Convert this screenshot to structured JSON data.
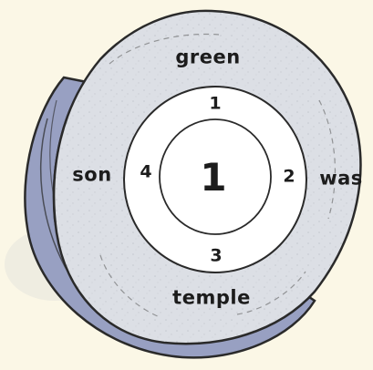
{
  "puzzle": {
    "center_number": "1",
    "inner_numbers": {
      "top": "1",
      "right": "2",
      "bottom": "3",
      "left": "4"
    },
    "outer_words": {
      "top": "green",
      "right": "was",
      "bottom": "temple",
      "left": "son"
    }
  },
  "colors": {
    "background": "#fbf7e6",
    "stone_face": "#d9dce2",
    "stone_side": "#98a0c2",
    "inner_ring": "#ffffff",
    "outline": "#2a2a2a"
  }
}
